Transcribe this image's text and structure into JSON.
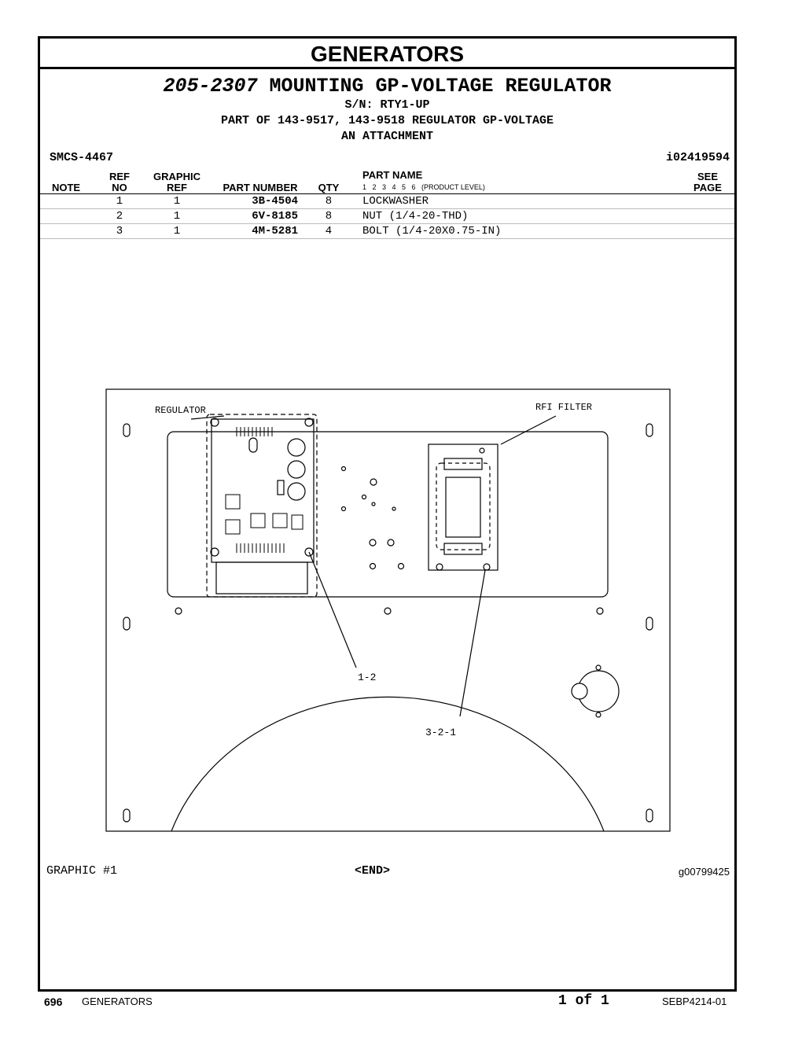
{
  "header": {
    "section_title": "GENERATORS",
    "group_number": "205-2307",
    "group_name": "MOUNTING GP-VOLTAGE REGULATOR",
    "serial": "S/N: RTY1-UP",
    "part_of": "PART OF 143-9517, 143-9518 REGULATOR GP-VOLTAGE",
    "attachment": "AN ATTACHMENT",
    "smcs": "SMCS-4467",
    "illustration_id": "i02419594"
  },
  "columns": {
    "note": "NOTE",
    "ref_top": "REF",
    "ref_bottom": "NO",
    "graphic_top": "GRAPHIC",
    "graphic_bottom": "REF",
    "part_number": "PART NUMBER",
    "qty": "QTY",
    "part_name": "PART NAME",
    "levels": "1   2   3   4   5   6   (PRODUCT LEVEL)",
    "see_top": "SEE",
    "see_bottom": "PAGE"
  },
  "parts": [
    {
      "ref": "1",
      "graphic": "1",
      "part_number": "3B-4504",
      "qty": "8",
      "name": "LOCKWASHER"
    },
    {
      "ref": "2",
      "graphic": "1",
      "part_number": "6V-8185",
      "qty": "8",
      "name": "NUT (1/4-20-THD)"
    },
    {
      "ref": "3",
      "graphic": "1",
      "part_number": "4M-5281",
      "qty": "4",
      "name": "BOLT (1/4-20X0.75-IN)"
    }
  ],
  "diagram": {
    "label_regulator": "REGULATOR",
    "label_rfi": "RFI FILTER",
    "callout_a": "1-2",
    "callout_b": "3-2-1"
  },
  "graphic_footer": {
    "graphic": "GRAPHIC #1",
    "end": "<END>",
    "graphic_id": "g00799425"
  },
  "footer": {
    "page_number": "696",
    "section": "GENERATORS",
    "page_of": "1 of 1",
    "doc_id": "SEBP4214-01"
  }
}
